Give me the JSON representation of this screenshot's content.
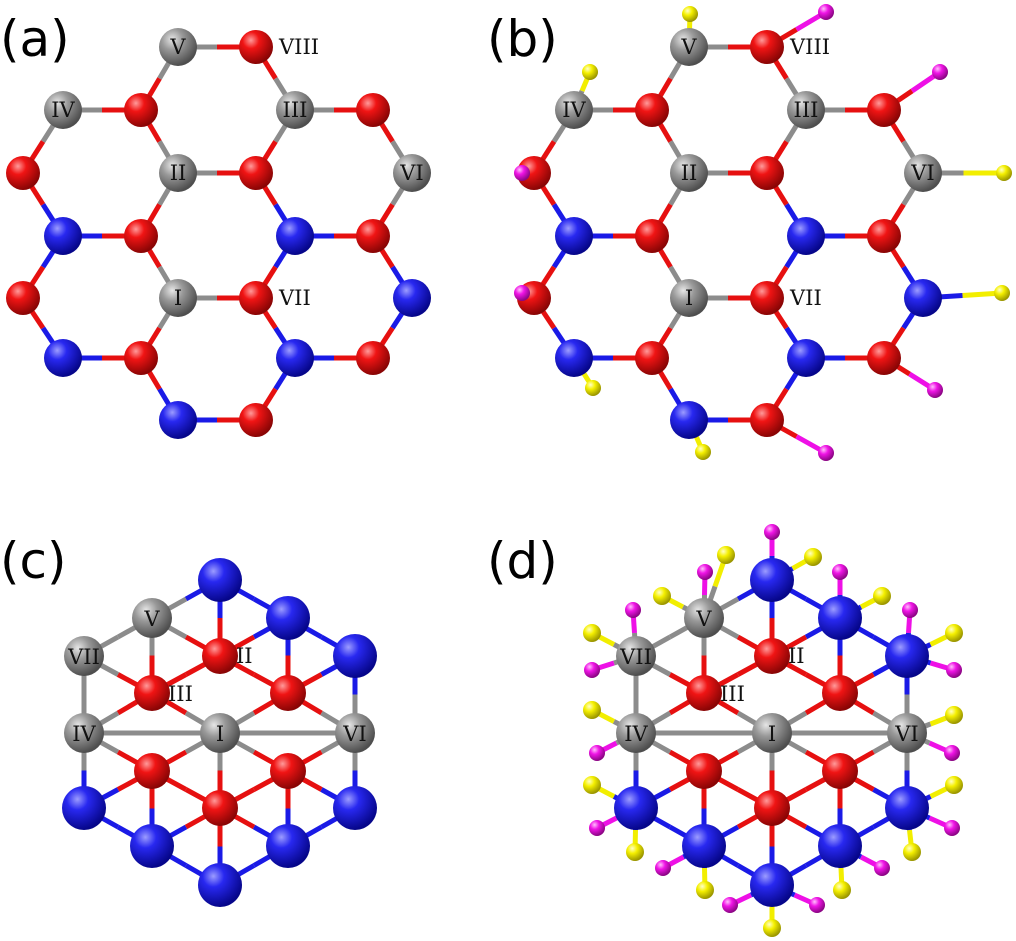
{
  "colors": {
    "blue": "#1a1ae6",
    "red": "#e61010",
    "gray": "#8c8c8c",
    "yellow": "#f2ee00",
    "magenta": "#ee10e6"
  },
  "panels": [
    {
      "label": "(a)",
      "site_labels": {
        "V": "V",
        "VIII": "VIII",
        "IV": "IV",
        "III": "III",
        "II": "II",
        "VI": "VI",
        "I": "I",
        "VII": "VII"
      }
    },
    {
      "label": "(b)",
      "site_labels": {
        "V": "V",
        "VIII": "VIII",
        "IV": "IV",
        "III": "III",
        "II": "II",
        "VI": "VI",
        "I": "I",
        "VII": "VII"
      }
    },
    {
      "label": "(c)",
      "site_labels": {
        "V": "V",
        "II": "II",
        "VII": "VII",
        "III": "III",
        "IV": "IV",
        "I": "I",
        "VI": "VI"
      }
    },
    {
      "label": "(d)",
      "site_labels": {
        "V": "V",
        "II": "II",
        "VII": "VII",
        "III": "III",
        "IV": "IV",
        "I": "I",
        "VI": "VI"
      }
    }
  ]
}
